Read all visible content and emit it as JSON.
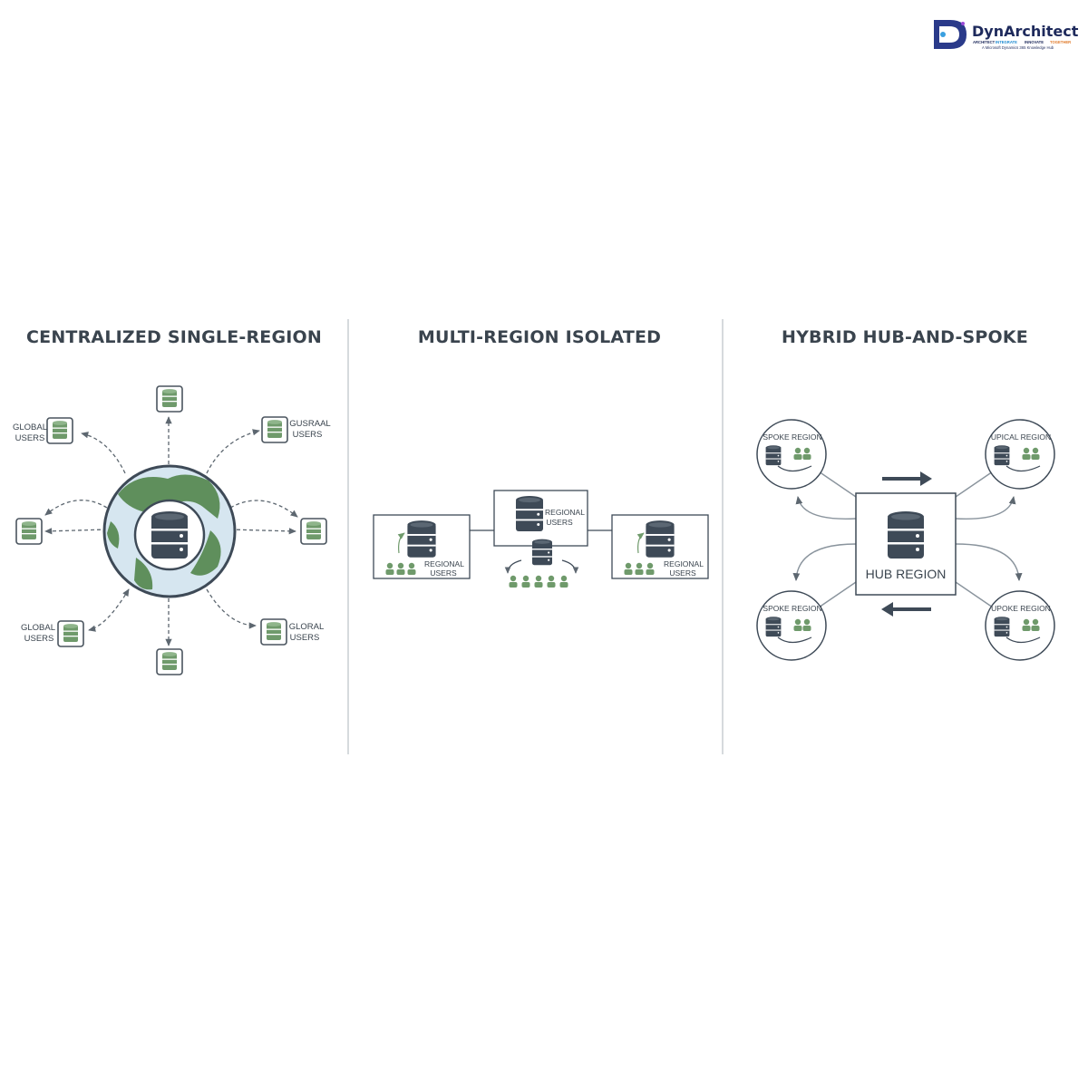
{
  "logo": {
    "name": "DynArchitect",
    "tagline": [
      "ARCHITECT",
      "INTEGRATE",
      "INNOVATE",
      "TOGETHER"
    ],
    "subtitle": "A Microsoft Dynamics 365 Knowledge Hub"
  },
  "panels": [
    {
      "title": "CENTRALIZED SINGLE-REGION",
      "labels": [
        {
          "line1": "GLOBAL",
          "line2": "USERS"
        },
        {
          "line1": "GUSRAAL",
          "line2": "USERS"
        },
        {
          "line1": "GLOBAL",
          "line2": "USERS"
        },
        {
          "line1": "GLORAL",
          "line2": "USERS"
        }
      ]
    },
    {
      "title": "MULTI-REGION ISOLATED",
      "labels": [
        {
          "line1": "REGIONAL",
          "line2": "USERS"
        },
        {
          "line1": "REGIONAL",
          "line2": "USERS"
        },
        {
          "line1": "REGIONAL",
          "line2": "USERS"
        }
      ]
    },
    {
      "title": "HYBRID HUB-AND-SPOKE",
      "hub": "HUB REGION",
      "spokes": [
        "SPOKE REGION",
        "UPICAL REGION",
        "SPOKE REGION",
        "UPOKE REGION"
      ]
    }
  ],
  "colors": {
    "dark": "#3e4a57",
    "green": "#6f9a6b",
    "ocean": "#d6e6f0",
    "land": "#5f8f5c",
    "line": "#8a949d"
  }
}
